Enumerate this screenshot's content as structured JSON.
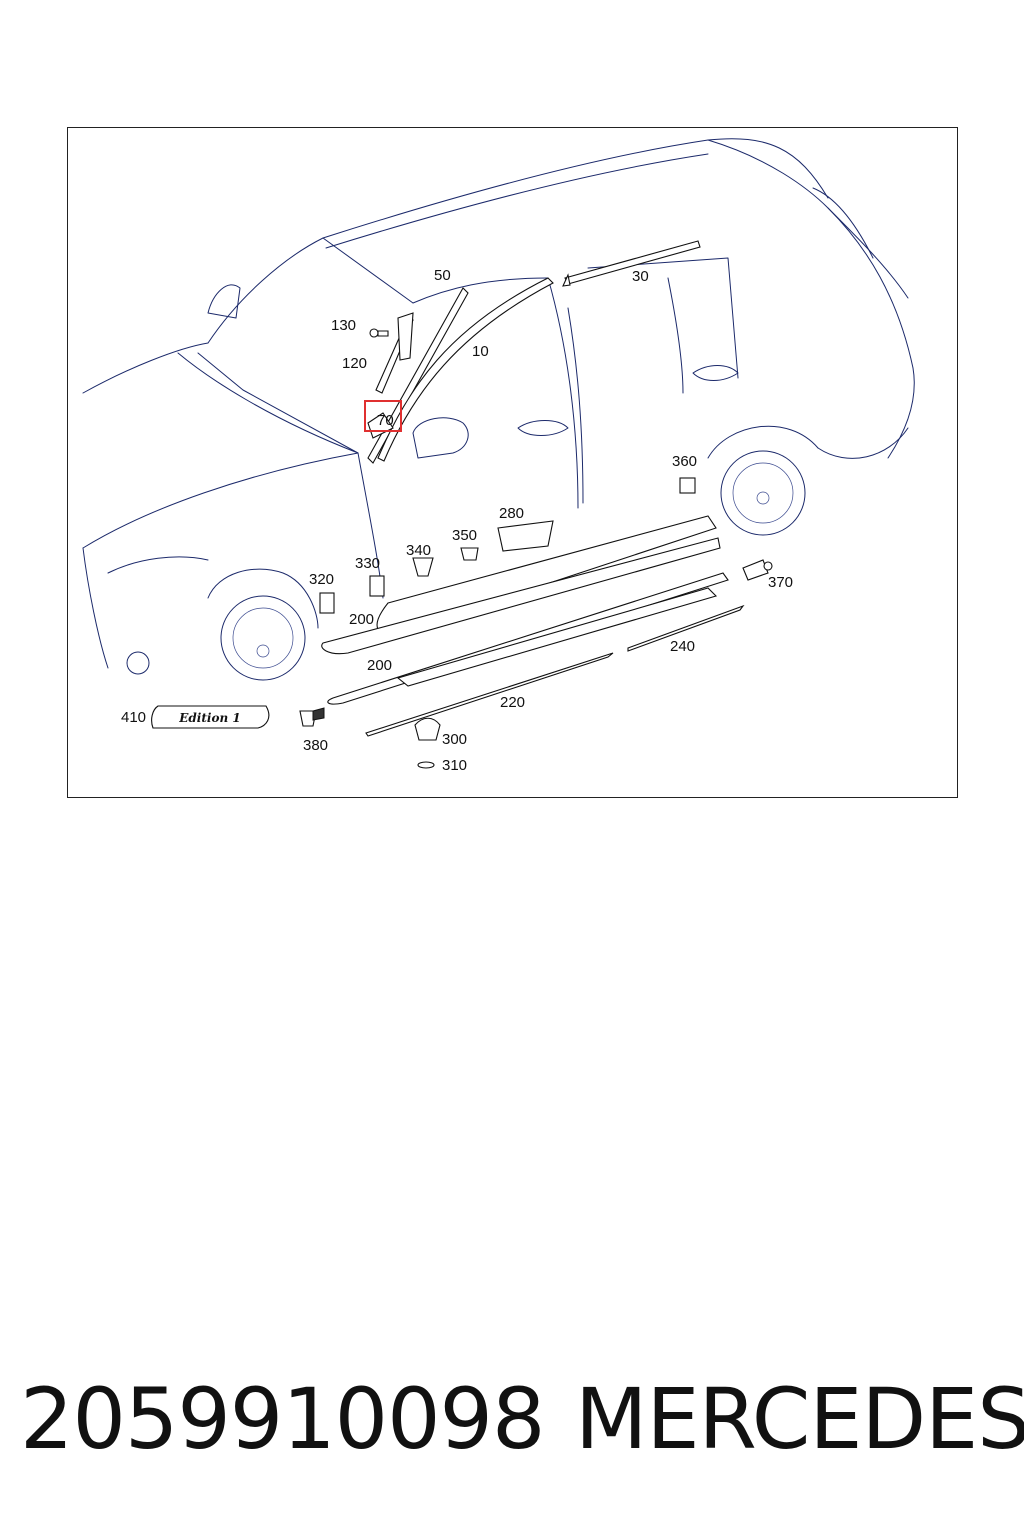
{
  "diagram": {
    "callouts": [
      "10",
      "30",
      "50",
      "70",
      "120",
      "130",
      "200",
      "200",
      "220",
      "240",
      "280",
      "300",
      "310",
      "320",
      "330",
      "340",
      "350",
      "360",
      "370",
      "380",
      "410"
    ],
    "highlighted": "70",
    "badge_text": "Edition 1",
    "highlight_color": "#e03030"
  },
  "footer": {
    "part_number": "2059910098",
    "brand": "MERCEDES"
  }
}
